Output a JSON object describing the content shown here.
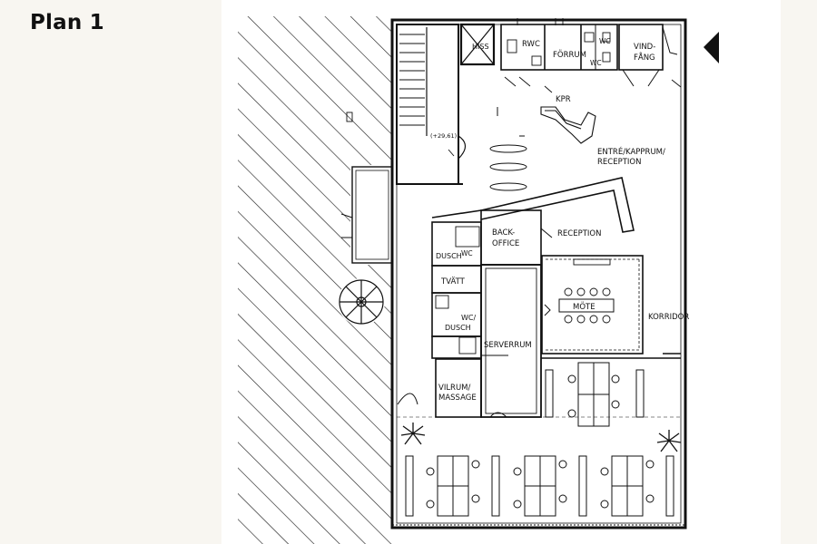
{
  "page": {
    "title": "Plan 1"
  },
  "floorplan": {
    "level_mark": "(+29,61)",
    "rooms": {
      "hiss": "HISS",
      "rwc": "RWC",
      "forrum": "FÖRRUM",
      "wc_a": "WC",
      "wc_b": "WC",
      "vindfang_1": "VIND-",
      "vindfang_2": "FÅNG",
      "kpr": "KPR",
      "entre_1": "ENTRÉ/KAPPRUM/",
      "entre_2": "RECEPTION",
      "back_1": "BACK-",
      "back_2": "OFFICE",
      "reception": "RECEPTION",
      "dusch_a": "DUSCH",
      "wc_c": "WC",
      "tvatt": "TVÄTT",
      "mote": "MÖTE",
      "korridor": "KORRIDOR",
      "wc_dusch_1": "WC/",
      "wc_dusch_2": "DUSCH",
      "serverrum": "SERVERRUM",
      "vilrum_1": "VILRUM/",
      "vilrum_2": "MASSAGE"
    }
  }
}
